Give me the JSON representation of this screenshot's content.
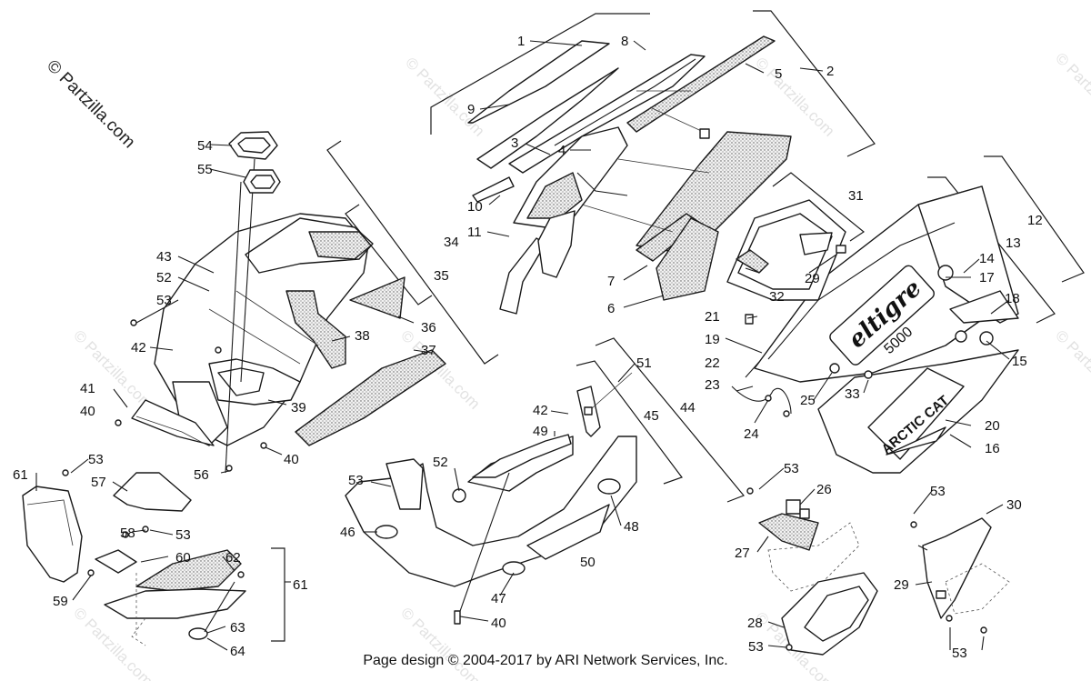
{
  "watermark": "© Partzilla.com",
  "footer": "Page design © 2004-2017 by ARI Network Services, Inc.",
  "decal_text": {
    "brand_script": "eltigre",
    "model": "5000",
    "brand": "ARCTIC CAT"
  },
  "callouts": [
    "1",
    "2",
    "3",
    "4",
    "5",
    "6",
    "7",
    "8",
    "9",
    "10",
    "11",
    "12",
    "13",
    "14",
    "15",
    "16",
    "17",
    "18",
    "19",
    "20",
    "21",
    "22",
    "23",
    "24",
    "25",
    "26",
    "27",
    "28",
    "29",
    "30",
    "31",
    "32",
    "33",
    "34",
    "35",
    "36",
    "37",
    "38",
    "39",
    "40",
    "41",
    "42",
    "43",
    "44",
    "45",
    "46",
    "47",
    "48",
    "49",
    "50",
    "51",
    "52",
    "53",
    "54",
    "55",
    "56",
    "57",
    "58",
    "59",
    "60",
    "61",
    "62",
    "63",
    "64"
  ]
}
